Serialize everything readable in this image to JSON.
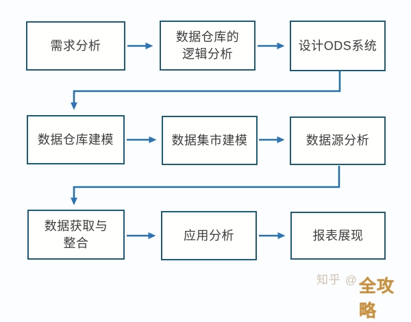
{
  "diagram": {
    "type": "flowchart",
    "description": "Data warehouse construction process flow, 3 rows of 3 steps connected left-to-right with elbow connectors wrapping to the next row",
    "nodes": [
      {
        "id": "step-1",
        "label": "需求分析",
        "row": 1,
        "col": 1
      },
      {
        "id": "step-2",
        "label": "数据仓库的\n逻辑分析",
        "row": 1,
        "col": 2
      },
      {
        "id": "step-3",
        "label": "设计ODS系统",
        "row": 1,
        "col": 3
      },
      {
        "id": "step-4",
        "label": "数据仓库建模",
        "row": 2,
        "col": 1
      },
      {
        "id": "step-5",
        "label": "数据集市建模",
        "row": 2,
        "col": 2
      },
      {
        "id": "step-6",
        "label": "数据源分析",
        "row": 2,
        "col": 3
      },
      {
        "id": "step-7",
        "label": "数据获取与\n整合",
        "row": 3,
        "col": 1
      },
      {
        "id": "step-8",
        "label": "应用分析",
        "row": 3,
        "col": 2
      },
      {
        "id": "step-9",
        "label": "报表展现",
        "row": 3,
        "col": 3
      }
    ],
    "edges": [
      {
        "from": "step-1",
        "to": "step-2",
        "shape": "straight"
      },
      {
        "from": "step-2",
        "to": "step-3",
        "shape": "straight"
      },
      {
        "from": "step-3",
        "to": "step-4",
        "shape": "elbow"
      },
      {
        "from": "step-4",
        "to": "step-5",
        "shape": "straight"
      },
      {
        "from": "step-5",
        "to": "step-6",
        "shape": "straight"
      },
      {
        "from": "step-6",
        "to": "step-7",
        "shape": "elbow"
      },
      {
        "from": "step-7",
        "to": "step-8",
        "shape": "straight"
      },
      {
        "from": "step-8",
        "to": "step-9",
        "shape": "straight"
      }
    ]
  },
  "watermark": {
    "site_label": "知乎 @",
    "overlay_label": "全攻略"
  },
  "colors": {
    "background": "#fcfdfe",
    "box-border": "#1d5a78",
    "box-text": "#3c3c3c",
    "arrow": "#2470a8",
    "arrowhead": "#2e75b6",
    "watermark-gray": "#cdc2b0",
    "watermark-orange": "#c8913f"
  }
}
